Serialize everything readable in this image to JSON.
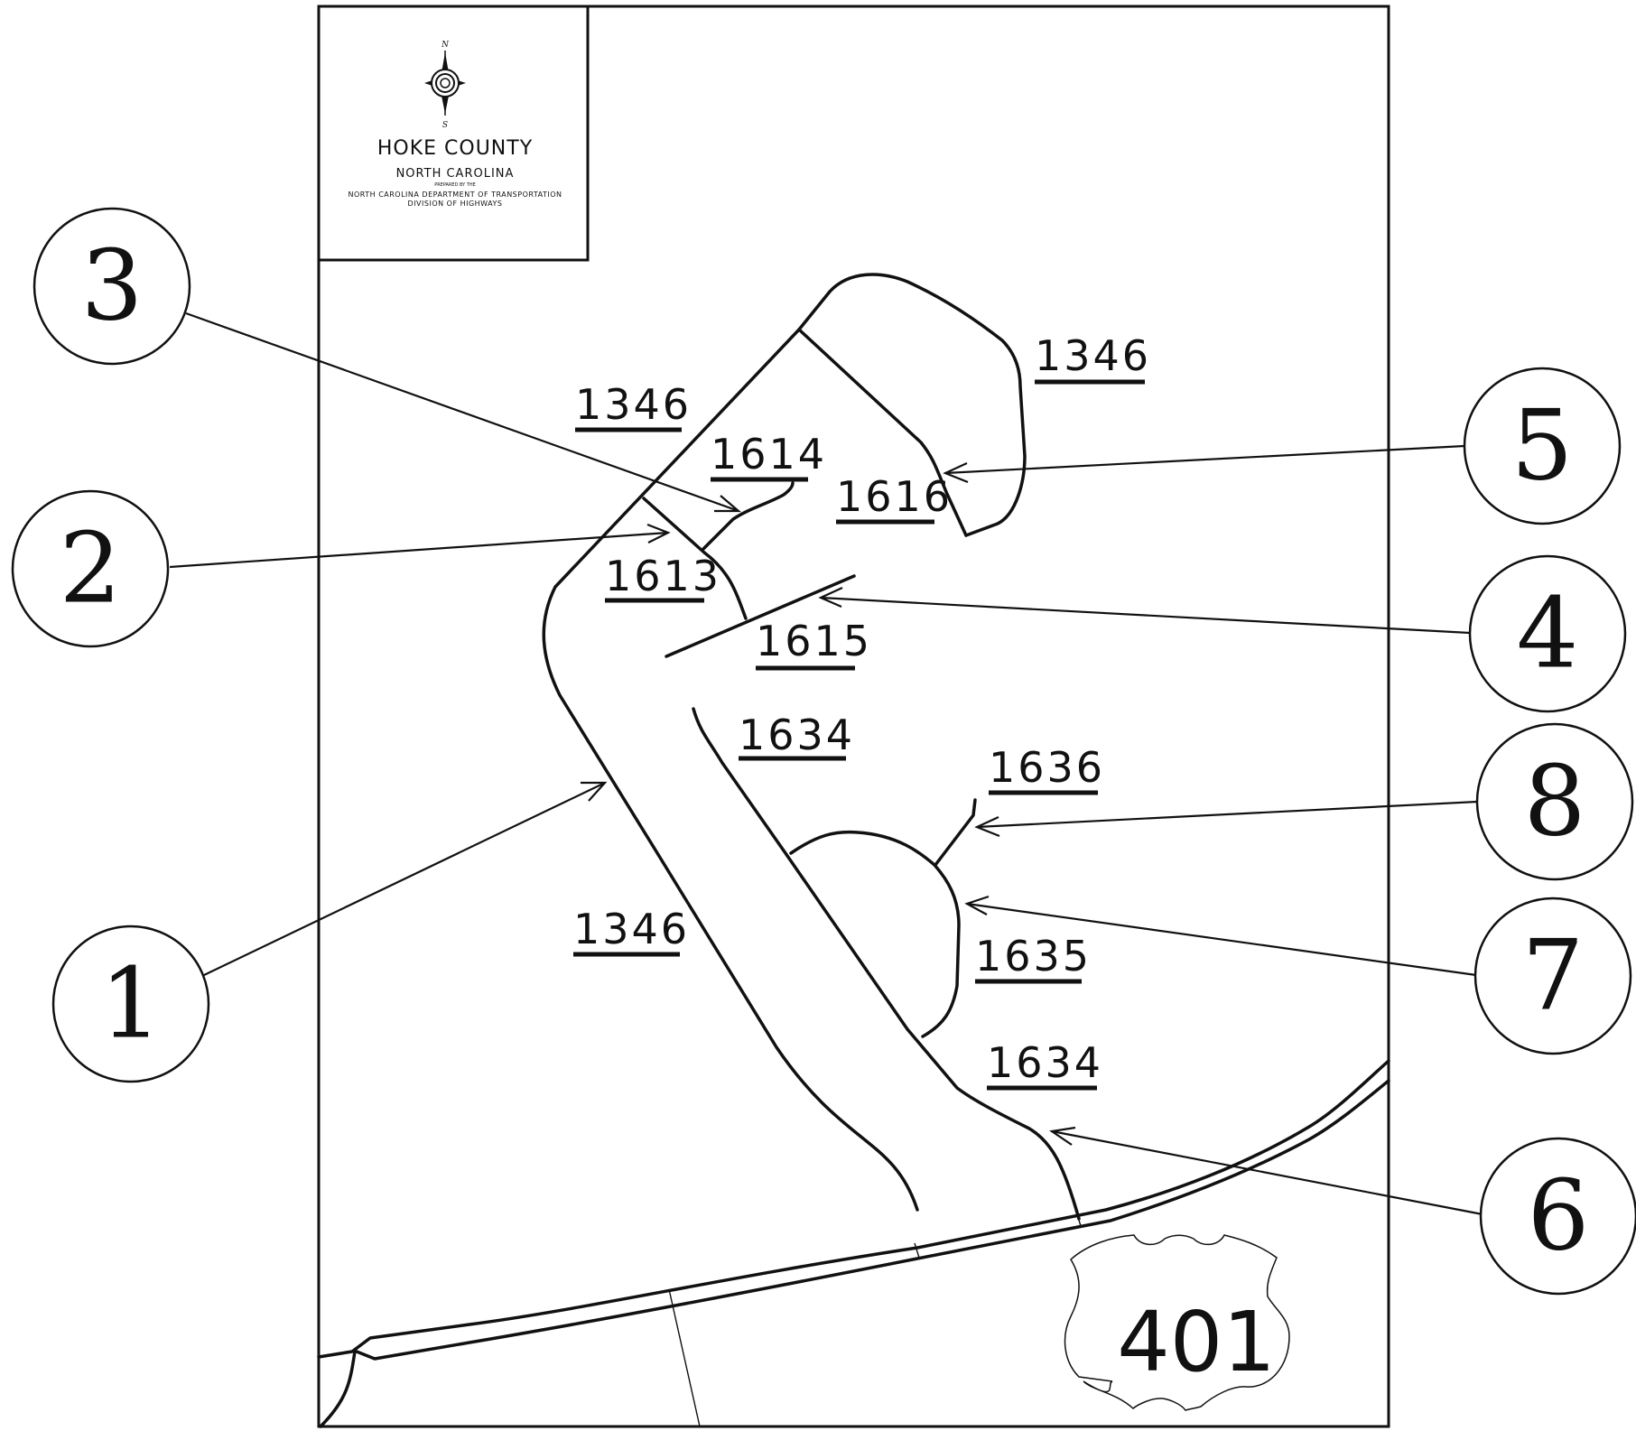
{
  "title_block": {
    "county": "HOKE COUNTY",
    "state": "NORTH CAROLINA",
    "prepared_by": "PREPARED BY THE",
    "department": "NORTH CAROLINA DEPARTMENT OF TRANSPORTATION",
    "division": "DIVISION OF HIGHWAYS",
    "compass_north": "N",
    "compass_south": "S"
  },
  "road_labels": [
    {
      "id": "1346-top-right",
      "text": "1346"
    },
    {
      "id": "1346-upper-left",
      "text": "1346"
    },
    {
      "id": "1614",
      "text": "1614"
    },
    {
      "id": "1616",
      "text": "1616"
    },
    {
      "id": "1613",
      "text": "1613"
    },
    {
      "id": "1615",
      "text": "1615"
    },
    {
      "id": "1634-upper",
      "text": "1634"
    },
    {
      "id": "1636",
      "text": "1636"
    },
    {
      "id": "1346-lower",
      "text": "1346"
    },
    {
      "id": "1635",
      "text": "1635"
    },
    {
      "id": "1634-lower",
      "text": "1634"
    }
  ],
  "callouts": [
    {
      "number": "1"
    },
    {
      "number": "2"
    },
    {
      "number": "3"
    },
    {
      "number": "4"
    },
    {
      "number": "5"
    },
    {
      "number": "6"
    },
    {
      "number": "7"
    },
    {
      "number": "8"
    }
  ],
  "shield": {
    "route": "401",
    "icon": "us-route-shield-icon"
  }
}
